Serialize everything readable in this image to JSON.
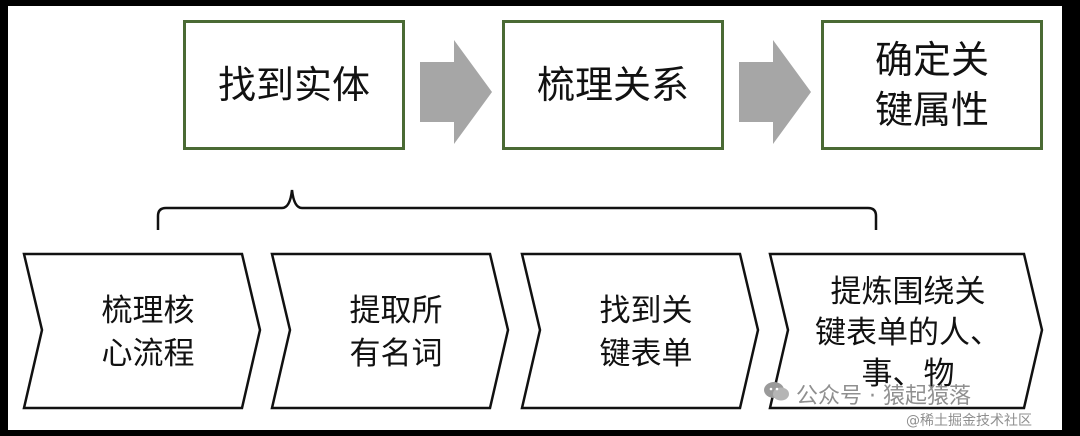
{
  "top_steps": [
    {
      "label": "找到实体"
    },
    {
      "label": "梳理关系"
    },
    {
      "label": "确定关\n键属性"
    }
  ],
  "sub_steps": [
    {
      "line1": "梳理核",
      "line2": "心流程"
    },
    {
      "line1": "提取所",
      "line2": "有名词"
    },
    {
      "line1": "找到关",
      "line2": "键表单"
    },
    {
      "line1": "提炼围绕关",
      "line2": "键表单的人、",
      "line3": "事、物"
    }
  ],
  "watermark": {
    "account": "公众号 · 猿起猿落",
    "community": "@稀土掘金技术社区"
  },
  "colors": {
    "box_border": "#4a6a34",
    "arrow_fill": "#a6a6a6",
    "outline": "#111111"
  }
}
